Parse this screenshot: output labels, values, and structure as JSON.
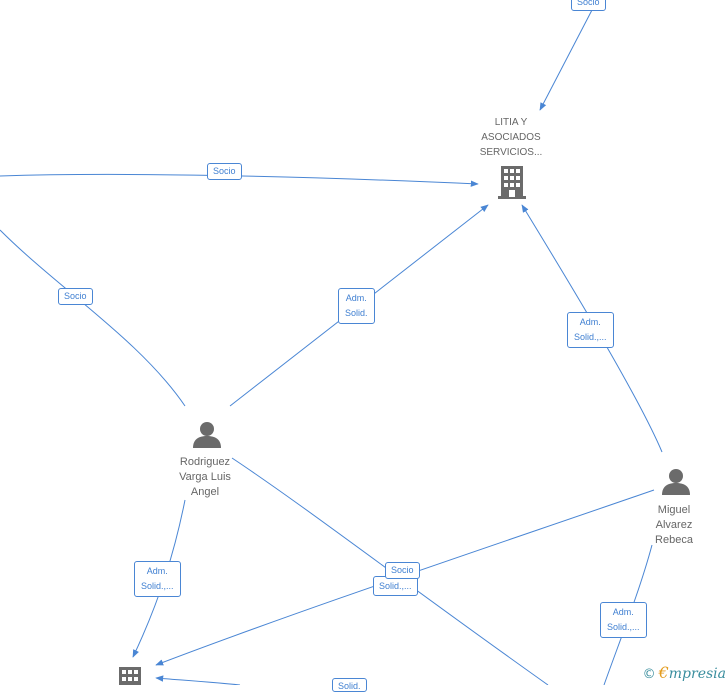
{
  "nodes": {
    "litia": {
      "label": "LITIA Y\nASOCIADOS\nSERVICIOS..."
    },
    "rodriguez": {
      "label": "Rodriguez\nVarga Luis\nAngel"
    },
    "miguel": {
      "label": "Miguel\nAlvarez\nRebeca"
    }
  },
  "edge_labels": {
    "socio_top": "Socio",
    "socio_upper": "Socio",
    "socio_left": "Socio",
    "adm_mid_line1": "Adm.",
    "adm_mid_line2": "Solid.",
    "adm_right_line1": "Adm.",
    "adm_right_line2": "Solid.,...",
    "adm_rod_line1": "Adm.",
    "adm_rod_line2": "Solid.,...",
    "adm_bl_line1": "Adm.",
    "adm_bl_line2": "Solid.,...",
    "socio_cross": "Socio",
    "solid_cross": "Solid.,...",
    "solid_bottom": "Solid."
  },
  "footer": {
    "copyright": "©",
    "brand_first": "€",
    "brand_rest": "mpresia"
  },
  "colors": {
    "edge": "#4a86d4",
    "icon": "#6b6b6b",
    "text": "#666666"
  }
}
